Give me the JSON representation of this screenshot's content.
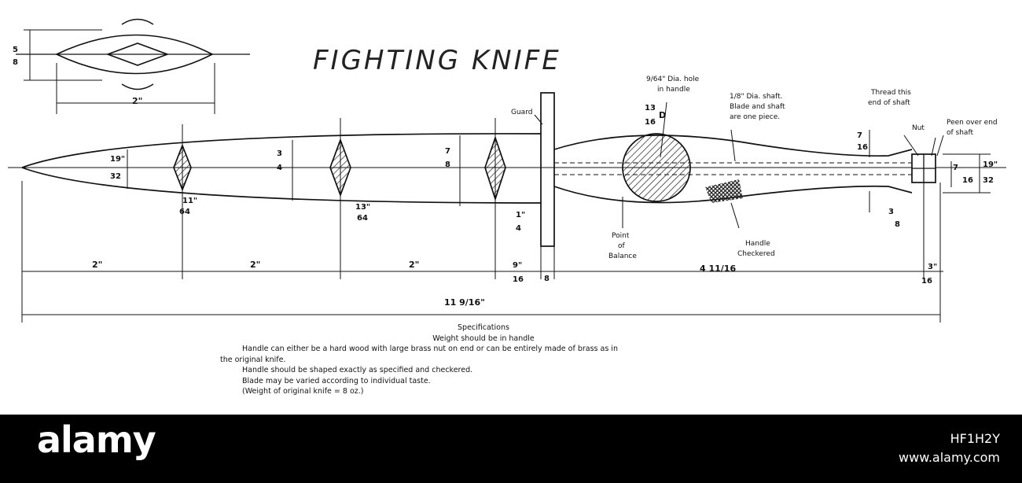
{
  "drawing": {
    "title": "FIGHTING KNIFE",
    "labels": {
      "guard": "Guard",
      "hole": "9/64\" Dia. hole",
      "hole2": "in handle",
      "shaft1": "1/8\" Dia. shaft.",
      "shaft2": "Blade and shaft",
      "shaft3": "are one piece.",
      "thread1": "Thread this",
      "thread2": "end of shaft",
      "nut": "Nut",
      "peen1": "Peen over end",
      "peen2": "of shaft",
      "pob1": "Point",
      "pob2": "of",
      "pob3": "Balance",
      "hc1": "Handle",
      "hc2": "Checkered",
      "d": "D"
    },
    "dims": {
      "w58_n": "5",
      "w58_d": "8",
      "len2top": "2\"",
      "d1932_n": "19\"",
      "d1932_d": "32",
      "d34_n": "3",
      "d34_d": "4",
      "d78_n": "7",
      "d78_d": "8",
      "d1364_n": "13",
      "d1364_d": "16",
      "d1164_n": "11\"",
      "d1164_d": "64",
      "d1364b_n": "13\"",
      "d1364b_d": "64",
      "d14_n": "1\"",
      "d14_d": "4",
      "d716_n": "7",
      "d716_d": "16",
      "d716b_n": "7",
      "d716b_d": "16",
      "d1932b_n": "19\"",
      "d1932b_d": "32",
      "d38_n": "3",
      "d38_d": "8",
      "seg1": "2\"",
      "seg2": "2\"",
      "seg3": "2\"",
      "g916_n": "9\"",
      "g916_d": "16",
      "g8": "8",
      "h41116": "4 11/16",
      "e3_n": "3\"",
      "e3_d": "16",
      "total": "11 9/16\""
    }
  },
  "specs": {
    "heading": "Specifications",
    "line1": "Weight should be in handle",
    "line2": "Handle can either be a hard wood with large brass nut on end or can be entirely made of brass as in",
    "line3": "the original knife.",
    "line4": "Handle should be shaped exactly as specified and checkered.",
    "line5": "Blade may be varied according to individual taste.",
    "line6": "(Weight of original knife = 8 oz.)"
  },
  "watermark": {
    "logo": "alamy",
    "image_id": "HF1H2Y",
    "site": "www.alamy.com"
  }
}
